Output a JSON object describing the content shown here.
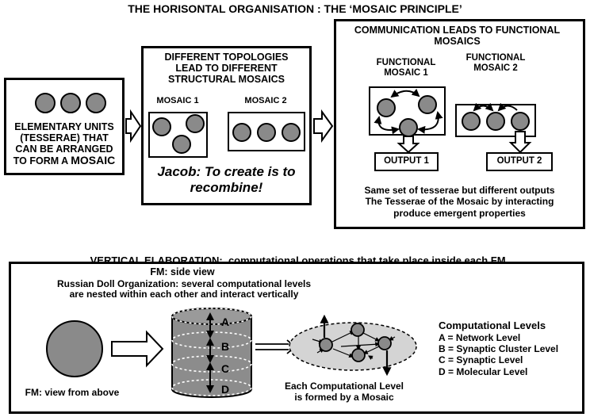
{
  "title": "THE HORISONTAL ORGANISATION : THE ‘MOSAIC PRINCIPLE’",
  "elementary": {
    "line1": "ELEMENTARY UNITS",
    "line2": "(TESSERAE)  THAT",
    "line3": "CAN BE ARRANGED",
    "line4_prefix": "TO FORM A ",
    "line4_word": "MOSAIC"
  },
  "structural": {
    "heading_line1": "DIFFERENT TOPOLOGIES",
    "heading_line2": "LEAD TO DIFFERENT",
    "heading_line3": "STRUCTURAL MOSAICS",
    "mosaic1_label": "MOSAIC 1",
    "mosaic2_label": "MOSAIC 2",
    "quote_line1": "Jacob: To create is to",
    "quote_line2": "recombine!"
  },
  "functional": {
    "heading_line1": "COMMUNICATION LEADS TO FUNCTIONAL",
    "heading_line2": "MOSAICS",
    "fm1_line1": "FUNCTIONAL",
    "fm1_line2": "MOSAIC 1",
    "fm2_line1": "FUNCTIONAL",
    "fm2_line2": "MOSAIC 2",
    "output1": "OUTPUT 1",
    "output2": "OUTPUT 2",
    "summary_line1": "Same set of tesserae but different outputs",
    "summary_line2": "The Tesserae of the Mosaic by interacting",
    "summary_line3": "produce emergent properties"
  },
  "vertical": {
    "heading_bold": "VERTICAL ELABORATION:",
    "heading_rest": "  computational operations that take place inside each FM",
    "side_view": "FM: side view",
    "russian_line1": "Russian Doll Organization: several computational levels",
    "russian_line2": "are nested within each other and interact vertically",
    "view_from_above": "FM: view from above",
    "level_letters": [
      "A",
      "B",
      "C",
      "D"
    ],
    "each_level_line1": "Each Computational Level",
    "each_level_line2": "is formed by a Mosaic",
    "levels_title": "Computational Levels",
    "levels": [
      "A = Network Level",
      "B = Synaptic Cluster Level",
      "C = Synaptic Level",
      "D = Molecular Level"
    ]
  },
  "colors": {
    "tessera_fill": "#8a8a8a",
    "cylinder_fill": "#8c8c8c",
    "ellipse_fill": "#d4d4d4",
    "stroke": "#000000"
  }
}
